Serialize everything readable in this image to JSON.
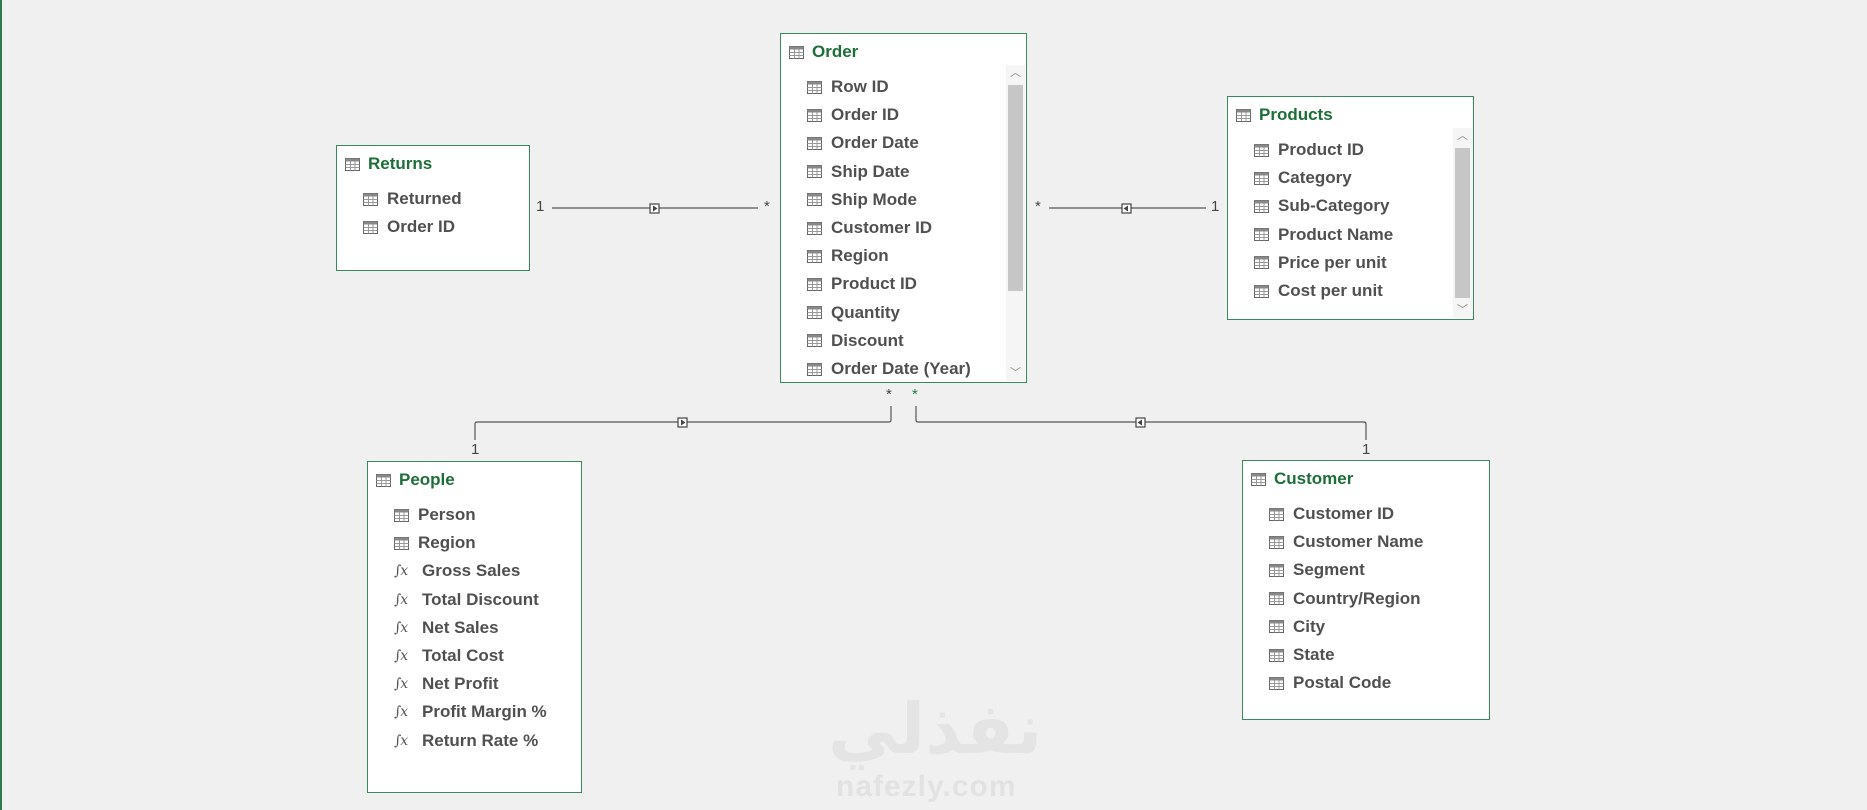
{
  "colors": {
    "table_border": "#3b8a5c",
    "table_title": "#1e6e3a",
    "field_text": "#505050",
    "line": "#555555",
    "background": "#f0f0f0"
  },
  "tables": {
    "returns": {
      "title": "Returns",
      "fields": [
        {
          "name": "Returned",
          "icon": "column-icon"
        },
        {
          "name": "Order ID",
          "icon": "column-icon"
        }
      ]
    },
    "order": {
      "title": "Order",
      "fields": [
        {
          "name": "Row ID",
          "icon": "column-icon"
        },
        {
          "name": "Order ID",
          "icon": "column-icon"
        },
        {
          "name": "Order Date",
          "icon": "column-icon"
        },
        {
          "name": "Ship Date",
          "icon": "column-icon"
        },
        {
          "name": "Ship Mode",
          "icon": "column-icon"
        },
        {
          "name": "Customer ID",
          "icon": "column-icon"
        },
        {
          "name": "Region",
          "icon": "column-icon"
        },
        {
          "name": "Product ID",
          "icon": "column-icon"
        },
        {
          "name": "Quantity",
          "icon": "column-icon"
        },
        {
          "name": "Discount",
          "icon": "column-icon"
        },
        {
          "name": "Order Date (Year)",
          "icon": "column-icon"
        }
      ]
    },
    "products": {
      "title": "Products",
      "fields": [
        {
          "name": "Product ID",
          "icon": "column-icon"
        },
        {
          "name": "Category",
          "icon": "column-icon"
        },
        {
          "name": "Sub-Category",
          "icon": "column-icon"
        },
        {
          "name": "Product Name",
          "icon": "column-icon"
        },
        {
          "name": "Price per unit",
          "icon": "column-icon"
        },
        {
          "name": "Cost per unit",
          "icon": "column-icon"
        }
      ]
    },
    "people": {
      "title": "People",
      "fields": [
        {
          "name": "Person",
          "icon": "column-icon"
        },
        {
          "name": "Region",
          "icon": "column-icon"
        },
        {
          "name": "Gross Sales",
          "icon": "measure-icon"
        },
        {
          "name": "Total Discount",
          "icon": "measure-icon"
        },
        {
          "name": "Net Sales",
          "icon": "measure-icon"
        },
        {
          "name": "Total Cost",
          "icon": "measure-icon"
        },
        {
          "name": "Net Profit",
          "icon": "measure-icon"
        },
        {
          "name": "Profit Margin %",
          "icon": "measure-icon"
        },
        {
          "name": "Return Rate %",
          "icon": "measure-icon"
        }
      ]
    },
    "customer": {
      "title": "Customer",
      "fields": [
        {
          "name": "Customer ID",
          "icon": "column-icon"
        },
        {
          "name": "Customer Name",
          "icon": "column-icon"
        },
        {
          "name": "Segment",
          "icon": "column-icon"
        },
        {
          "name": "Country/Region",
          "icon": "column-icon"
        },
        {
          "name": "City",
          "icon": "column-icon"
        },
        {
          "name": "State",
          "icon": "column-icon"
        },
        {
          "name": "Postal Code",
          "icon": "column-icon"
        }
      ]
    }
  },
  "relationships": {
    "returns_order": {
      "one": "1",
      "many": "*"
    },
    "order_products": {
      "many": "*",
      "one": "1"
    },
    "order_people": {
      "many": "*",
      "one": "1"
    },
    "order_customer": {
      "many": "*",
      "one": "1"
    }
  },
  "watermark": {
    "arabic": "نفذلي",
    "latin": "nafezly.com"
  }
}
